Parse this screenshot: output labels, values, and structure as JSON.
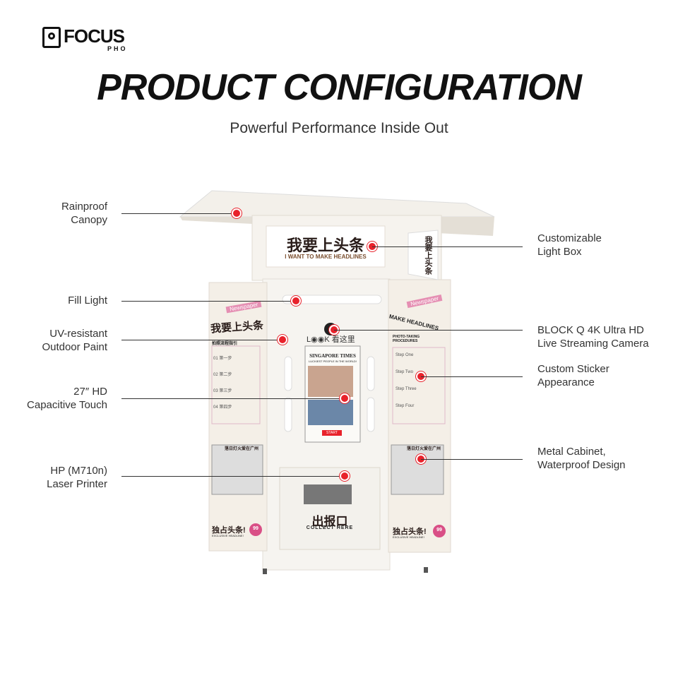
{
  "brand": {
    "logo_text": "FOCUS",
    "logo_sub": "PHO"
  },
  "header": {
    "title": "PRODUCT CONFIGURATION",
    "subtitle": "Powerful Performance Inside Out"
  },
  "callouts_left": [
    {
      "id": "rainproof",
      "text": "Rainproof\nCanopy"
    },
    {
      "id": "fill-light",
      "text": "Fill Light"
    },
    {
      "id": "uv-paint",
      "text": "UV-resistant\nOutdoor Paint"
    },
    {
      "id": "touch",
      "text": "27″ HD\nCapacitive Touch"
    },
    {
      "id": "printer",
      "text": "HP (M710n)\nLaser Printer"
    }
  ],
  "callouts_right": [
    {
      "id": "light-box",
      "text": "Customizable\nLight Box"
    },
    {
      "id": "camera",
      "text": "BLOCK Q 4K Ultra HD\nLive Streaming Camera"
    },
    {
      "id": "sticker",
      "text": "Custom Sticker\nAppearance"
    },
    {
      "id": "cabinet",
      "text": "Metal Cabinet,\nWaterproof Design"
    }
  ],
  "kiosk": {
    "lightbox_cn": "我要上头条",
    "lightbox_en": "I WANT TO MAKE HEADLINES",
    "side_lightbox_cn": "我要上头条",
    "look_text": "L◉◉K 看这里",
    "screen_header": "SINGAPORE TIMES",
    "screen_sub": "LUCKIEST PEOPLE IN THE WORLD!",
    "screen_button": "START",
    "left_tag": "Newspaper",
    "left_cn": "我要上头条",
    "left_proc": "拍照流程指引",
    "left_steps": [
      "01 第一步",
      "02 第二步",
      "03 第三步",
      "04 第四步"
    ],
    "right_tag": "Newspaper",
    "right_make": "MAKE HEADLINES",
    "right_proc": "PHOTO-TAKING PROCEDURES",
    "right_steps": [
      "Step One",
      "Step Two",
      "Step Three",
      "Step Four"
    ],
    "news_cn": "落日灯火爱在广州",
    "exclusive_cn": "独占头条!",
    "exclusive_en": "EXCLUSIVE HEADLINE!",
    "price": "99",
    "outlet_cn": "出报口",
    "outlet_en": "COLLECT HERE"
  },
  "colors": {
    "accent_red": "#e8222b",
    "brand_pink": "#d94f86",
    "panel": "#f4efe7"
  }
}
